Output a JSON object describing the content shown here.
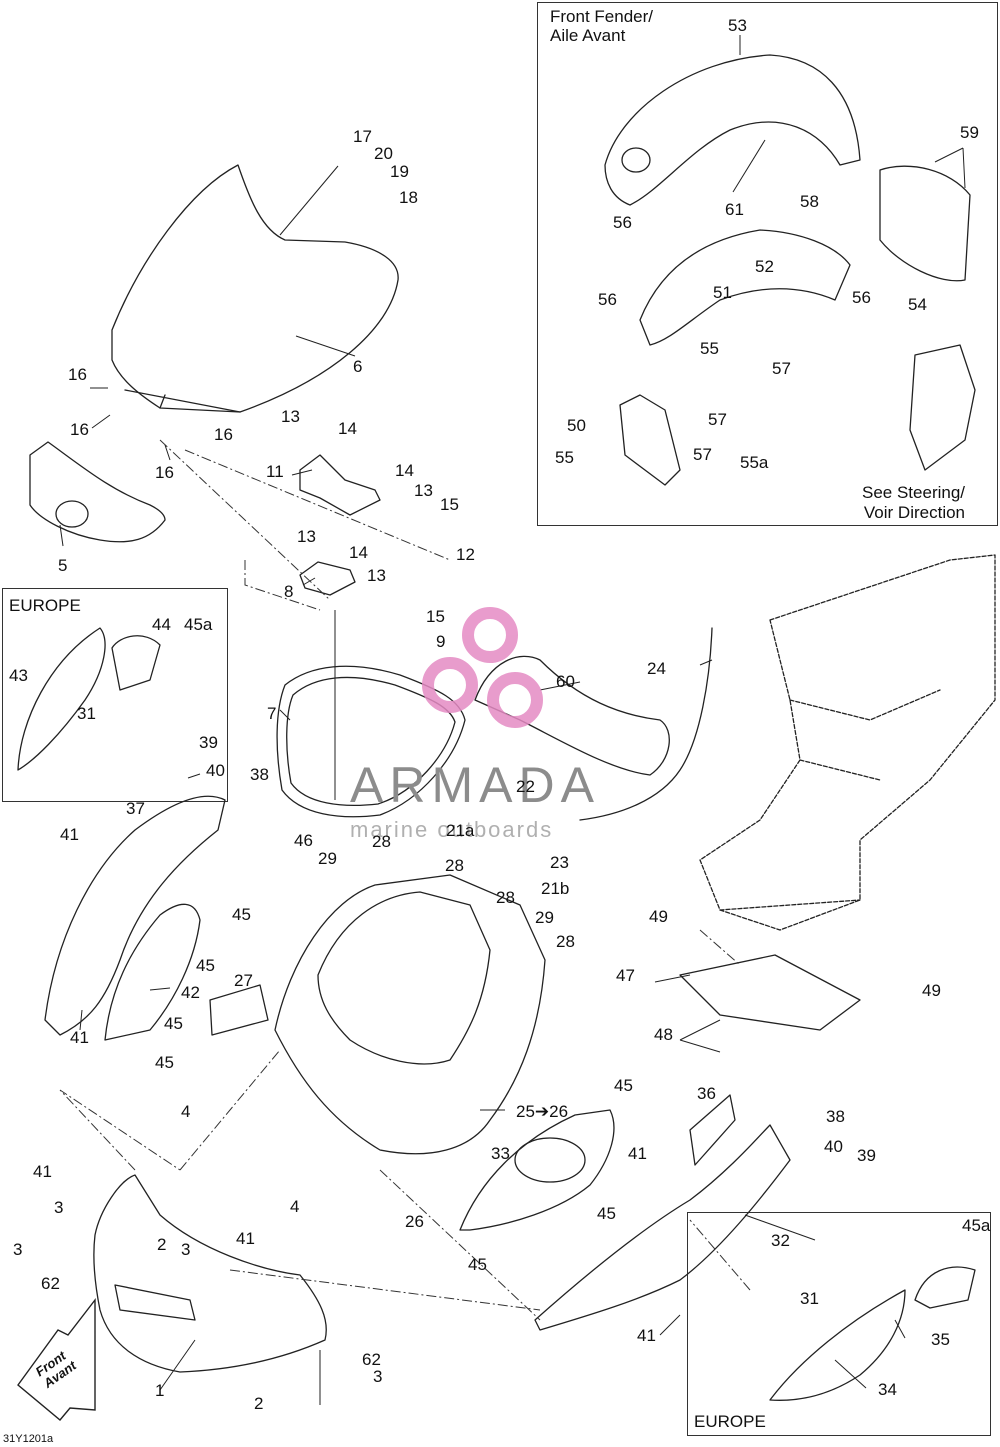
{
  "boxes": {
    "front_fender_title": "Front Fender/\nAile Avant",
    "see_steering": "See Steering/\nVoir Direction",
    "europe_left": "EUROPE",
    "europe_right": "EUROPE"
  },
  "front_arrow": {
    "line1": "Front",
    "line2": "Avant"
  },
  "drawing_code": "31Y1201a",
  "watermark": {
    "brand": "ARMADA",
    "tagline": "marine outboards"
  },
  "callouts": [
    {
      "id": "c53",
      "label": "53"
    },
    {
      "id": "c59",
      "label": "59"
    },
    {
      "id": "c61",
      "label": "61"
    },
    {
      "id": "c58",
      "label": "58"
    },
    {
      "id": "c56a",
      "label": "56"
    },
    {
      "id": "c52",
      "label": "52"
    },
    {
      "id": "c56b",
      "label": "56"
    },
    {
      "id": "c56c",
      "label": "56"
    },
    {
      "id": "c54",
      "label": "54"
    },
    {
      "id": "c51",
      "label": "51"
    },
    {
      "id": "c55a",
      "label": "55"
    },
    {
      "id": "c57a",
      "label": "57"
    },
    {
      "id": "c57b",
      "label": "57"
    },
    {
      "id": "c50",
      "label": "50"
    },
    {
      "id": "c57c",
      "label": "57"
    },
    {
      "id": "c55b",
      "label": "55"
    },
    {
      "id": "c55ab",
      "label": "55a"
    },
    {
      "id": "c17",
      "label": "17"
    },
    {
      "id": "c20",
      "label": "20"
    },
    {
      "id": "c19",
      "label": "19"
    },
    {
      "id": "c18",
      "label": "18"
    },
    {
      "id": "c6",
      "label": "6"
    },
    {
      "id": "c16a",
      "label": "16"
    },
    {
      "id": "c16b",
      "label": "16"
    },
    {
      "id": "c16c",
      "label": "16"
    },
    {
      "id": "c16d",
      "label": "16"
    },
    {
      "id": "c5",
      "label": "5"
    },
    {
      "id": "c13a",
      "label": "13"
    },
    {
      "id": "c14a",
      "label": "14"
    },
    {
      "id": "c11",
      "label": "11"
    },
    {
      "id": "c14b",
      "label": "14"
    },
    {
      "id": "c13b",
      "label": "13"
    },
    {
      "id": "c15a",
      "label": "15"
    },
    {
      "id": "c12",
      "label": "12"
    },
    {
      "id": "c13c",
      "label": "13"
    },
    {
      "id": "c14c",
      "label": "14"
    },
    {
      "id": "c8",
      "label": "8"
    },
    {
      "id": "c13d",
      "label": "13"
    },
    {
      "id": "c15b",
      "label": "15"
    },
    {
      "id": "c9",
      "label": "9"
    },
    {
      "id": "c44",
      "label": "44"
    },
    {
      "id": "c45a1",
      "label": "45a"
    },
    {
      "id": "c43",
      "label": "43"
    },
    {
      "id": "c31a",
      "label": "31"
    },
    {
      "id": "c7",
      "label": "7"
    },
    {
      "id": "c60",
      "label": "60"
    },
    {
      "id": "c24",
      "label": "24"
    },
    {
      "id": "c39a",
      "label": "39"
    },
    {
      "id": "c40a",
      "label": "40"
    },
    {
      "id": "c38a",
      "label": "38"
    },
    {
      "id": "c41a",
      "label": "41"
    },
    {
      "id": "c37",
      "label": "37"
    },
    {
      "id": "c22",
      "label": "22"
    },
    {
      "id": "c21a",
      "label": "21a"
    },
    {
      "id": "c46",
      "label": "46"
    },
    {
      "id": "c29a",
      "label": "29"
    },
    {
      "id": "c28a",
      "label": "28"
    },
    {
      "id": "c23",
      "label": "23"
    },
    {
      "id": "c28b",
      "label": "28"
    },
    {
      "id": "c21b",
      "label": "21b"
    },
    {
      "id": "c45b",
      "label": "45"
    },
    {
      "id": "c28c",
      "label": "28"
    },
    {
      "id": "c29b",
      "label": "29"
    },
    {
      "id": "c28d",
      "label": "28"
    },
    {
      "id": "c45c",
      "label": "45"
    },
    {
      "id": "c27",
      "label": "27"
    },
    {
      "id": "c42",
      "label": "42"
    },
    {
      "id": "c41b",
      "label": "41"
    },
    {
      "id": "c45d",
      "label": "45"
    },
    {
      "id": "c45e",
      "label": "45"
    },
    {
      "id": "c4a",
      "label": "4"
    },
    {
      "id": "c49a",
      "label": "49"
    },
    {
      "id": "c47",
      "label": "47"
    },
    {
      "id": "c49b",
      "label": "49"
    },
    {
      "id": "c48",
      "label": "48"
    },
    {
      "id": "c45f",
      "label": "45"
    },
    {
      "id": "c36",
      "label": "36"
    },
    {
      "id": "c38b",
      "label": "38"
    },
    {
      "id": "c25",
      "label": "25➔26"
    },
    {
      "id": "c33",
      "label": "33"
    },
    {
      "id": "c41c",
      "label": "41"
    },
    {
      "id": "c40b",
      "label": "40"
    },
    {
      "id": "c39b",
      "label": "39"
    },
    {
      "id": "c41d",
      "label": "41"
    },
    {
      "id": "c4b",
      "label": "4"
    },
    {
      "id": "c45g",
      "label": "45"
    },
    {
      "id": "c26",
      "label": "26"
    },
    {
      "id": "c3a",
      "label": "3"
    },
    {
      "id": "c3b",
      "label": "3"
    },
    {
      "id": "c62a",
      "label": "62"
    },
    {
      "id": "c2a",
      "label": "2"
    },
    {
      "id": "c3c",
      "label": "3"
    },
    {
      "id": "c41e",
      "label": "41"
    },
    {
      "id": "c45h",
      "label": "45"
    },
    {
      "id": "c32",
      "label": "32"
    },
    {
      "id": "c45a2",
      "label": "45a"
    },
    {
      "id": "c31b",
      "label": "31"
    },
    {
      "id": "c35",
      "label": "35"
    },
    {
      "id": "c41f",
      "label": "41"
    },
    {
      "id": "c1",
      "label": "1"
    },
    {
      "id": "c62b",
      "label": "62"
    },
    {
      "id": "c3d",
      "label": "3"
    },
    {
      "id": "c2b",
      "label": "2"
    },
    {
      "id": "c34",
      "label": "34"
    }
  ]
}
